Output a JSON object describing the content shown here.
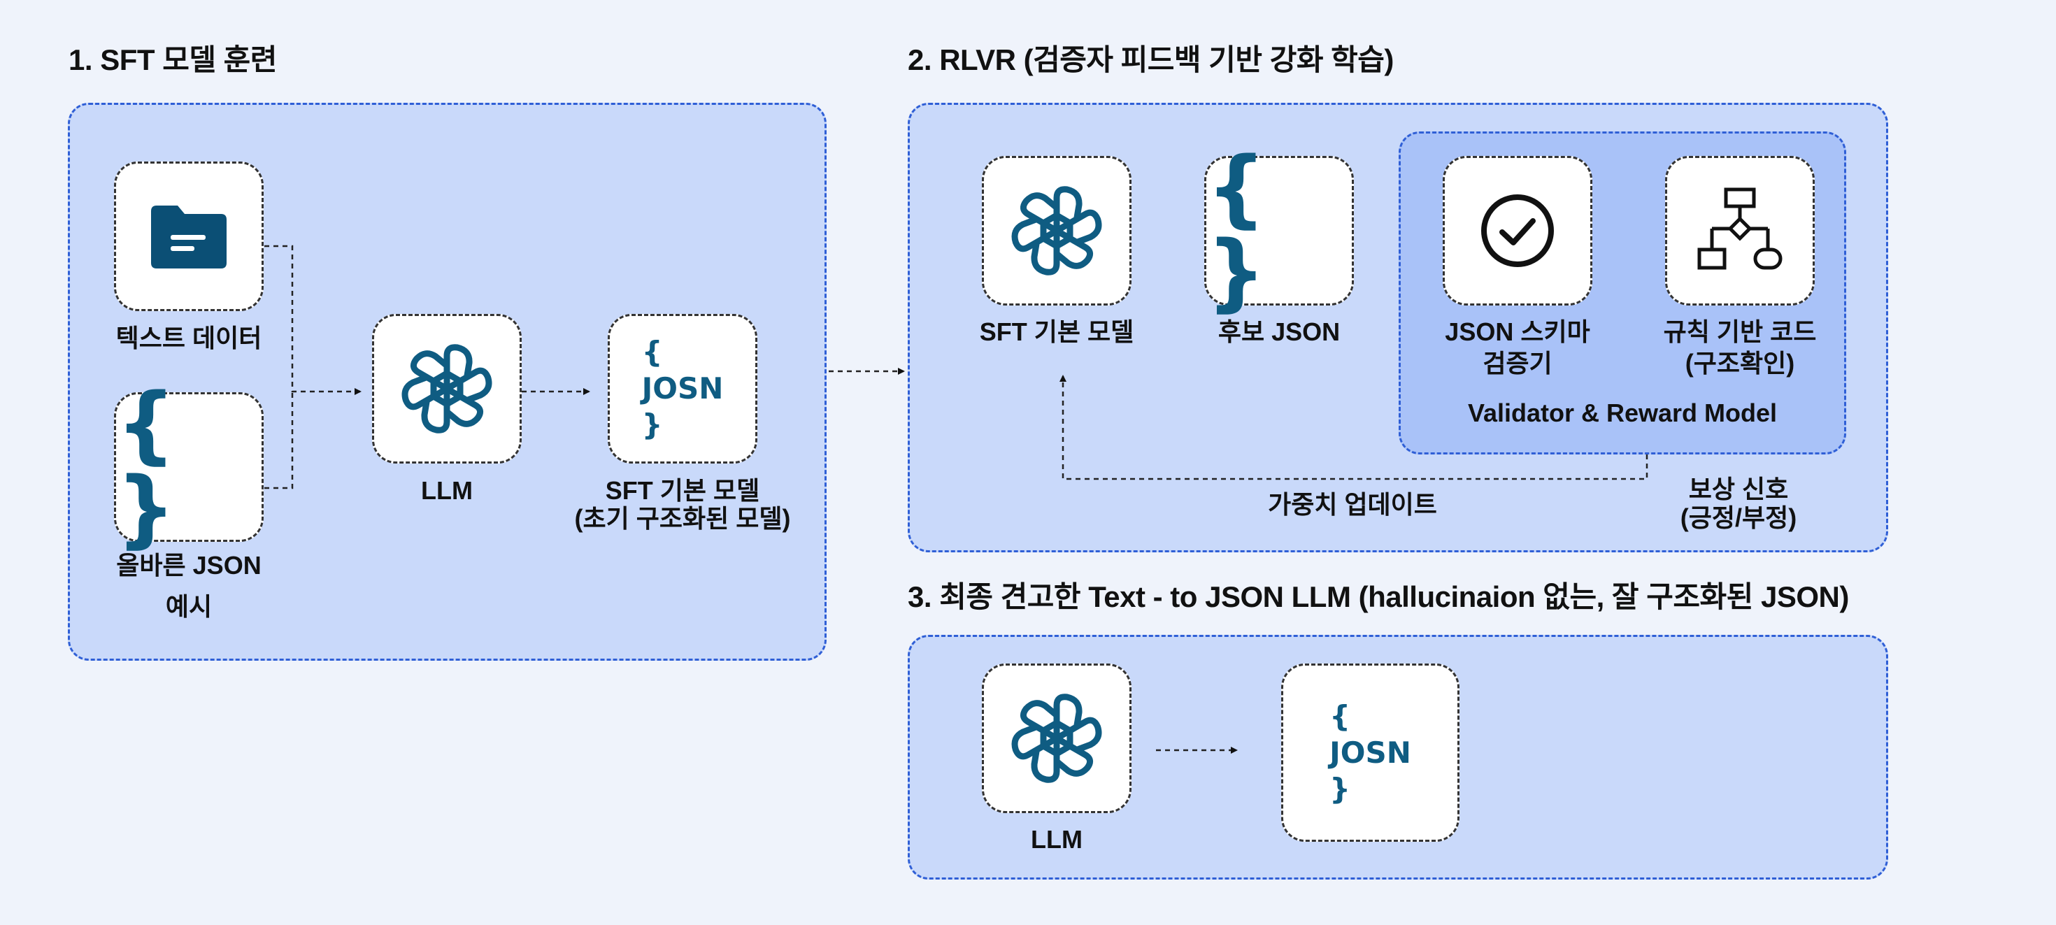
{
  "sections": {
    "sft": {
      "title": "1. SFT 모델 훈련",
      "text_data_label": "텍스트 데이터",
      "json_example_label_line1": "올바른 JSON",
      "json_example_label_line2": "예시",
      "llm_label": "LLM",
      "output_card_lines": [
        "{",
        "JOSN",
        "}"
      ],
      "output_label_line1": "SFT 기본 모델",
      "output_label_line2": "(초기 구조화된 모델)"
    },
    "rlvr": {
      "title": "2. RLVR (검증자 피드백 기반 강화 학습)",
      "sft_model_label": "SFT 기본 모델",
      "candidate_label": "후보 JSON",
      "schema_label_line1": "JSON 스키마",
      "schema_label_line2": "검증기",
      "rule_label_line1": "규칙 기반 코드",
      "rule_label_line2": "(구조확인)",
      "validator_title": "Validator & Reward Model",
      "weight_update_label": "가중치 업데이트",
      "reward_label_line1": "보상 신호",
      "reward_label_line2": "(긍정/부정)"
    },
    "final": {
      "title": "3. 최종 견고한 Text - to JSON LLM (hallucinaion 없는, 잘 구조화된 JSON)",
      "llm_label": "LLM",
      "output_card_lines": [
        "{",
        "JOSN",
        "}"
      ]
    }
  },
  "braces_glyph": "{ }",
  "colors": {
    "background": "#eff3fb",
    "panel_fill": "#c9d9fa",
    "panel_border": "#2f5fd6",
    "inner_panel_fill": "#a9c2f8",
    "icon_teal": "#0f5c82",
    "icon_dark": "#0b3d5a",
    "text": "#111111"
  },
  "icons": [
    "folder-icon",
    "braces-icon",
    "openai-logo-icon",
    "check-circle-icon",
    "flowchart-icon"
  ]
}
